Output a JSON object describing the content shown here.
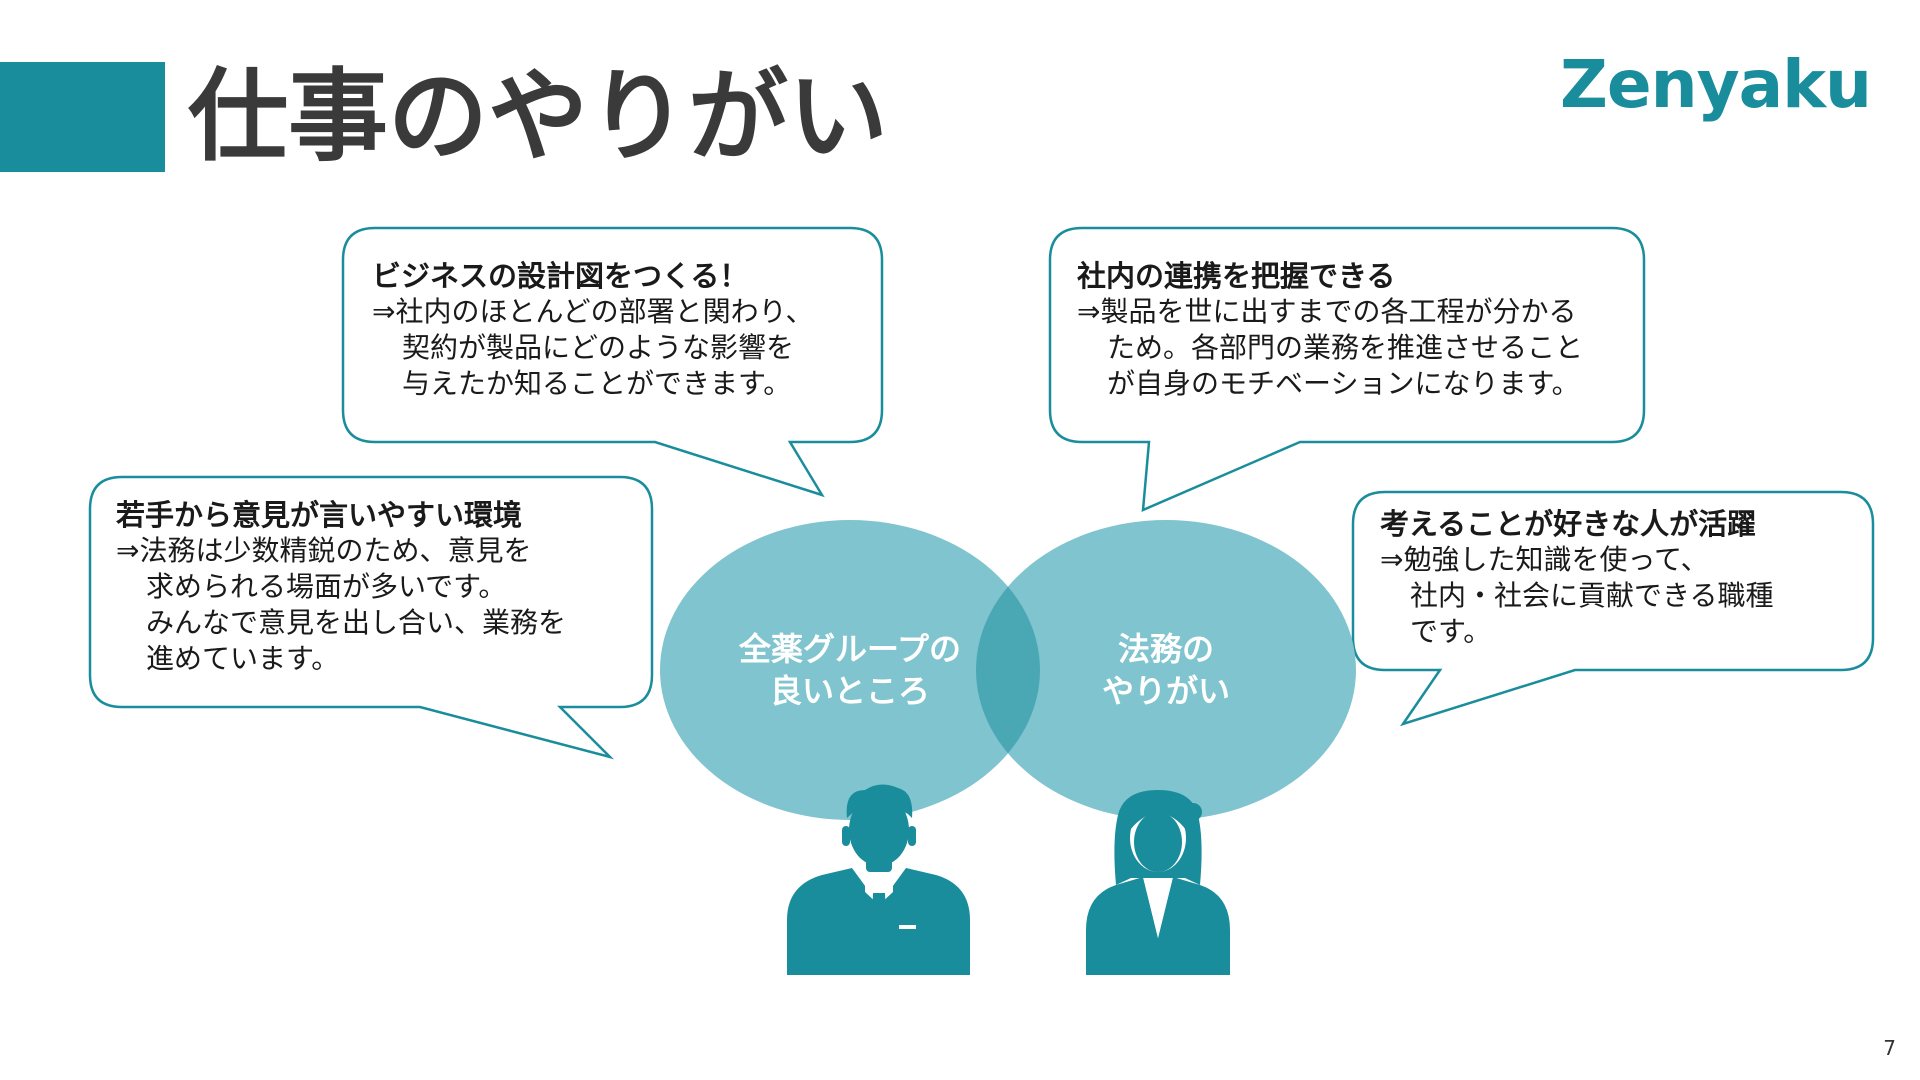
{
  "title": "仕事のやりがい",
  "logo": "Zenyaku",
  "colors": {
    "accent": "#1a8d9c",
    "circle": "#7fc4ce",
    "overlap": "#4aa8b5"
  },
  "bubbles": [
    {
      "heading": "ビジネスの設計図をつくる！",
      "lines": [
        "⇒社内のほとんどの部署と関わり、",
        "契約が製品にどのような影響を",
        "与えたか知ることができます。"
      ]
    },
    {
      "heading": "社内の連携を把握できる",
      "lines": [
        "⇒製品を世に出すまでの各工程が分かる",
        "ため。各部門の業務を推進させること",
        "が自身のモチベーションになります。"
      ]
    },
    {
      "heading": "若手から意見が言いやすい環境",
      "lines": [
        "⇒法務は少数精鋭のため、意見を",
        "求められる場面が多いです。",
        "みんなで意見を出し合い、業務を",
        "進めています。"
      ]
    },
    {
      "heading": "考えることが好きな人が活躍",
      "lines": [
        "⇒勉強した知識を使って、",
        "社内・社会に貢献できる職種",
        "です。"
      ]
    }
  ],
  "circles": [
    {
      "line1": "全薬グループの",
      "line2": "良いところ"
    },
    {
      "line1": "法務の",
      "line2": "やりがい"
    }
  ],
  "icons": [
    "businessman-icon",
    "businesswoman-icon"
  ],
  "page_number": "7"
}
